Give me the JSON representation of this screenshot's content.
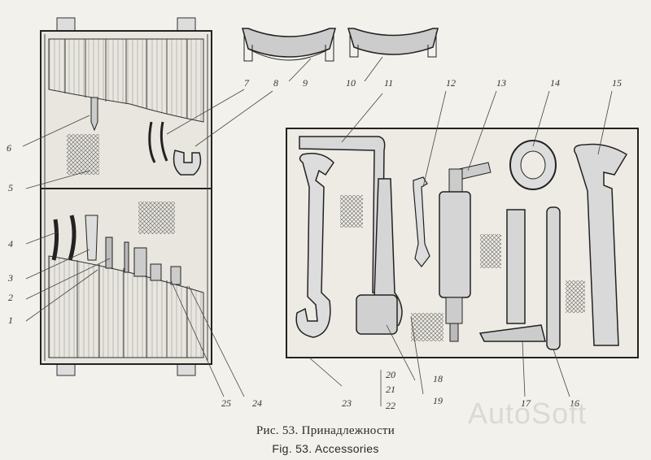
{
  "caption": {
    "ru": "Рис. 53. Принадлежности",
    "en": "Fig. 53. Accessories"
  },
  "watermark": "AutoSoft",
  "callouts": [
    "1",
    "2",
    "3",
    "4",
    "5",
    "6",
    "7",
    "8",
    "9",
    "10",
    "11",
    "12",
    "13",
    "14",
    "15",
    "16",
    "17",
    "18",
    "19",
    "20",
    "21",
    "22",
    "23",
    "24",
    "25"
  ]
}
